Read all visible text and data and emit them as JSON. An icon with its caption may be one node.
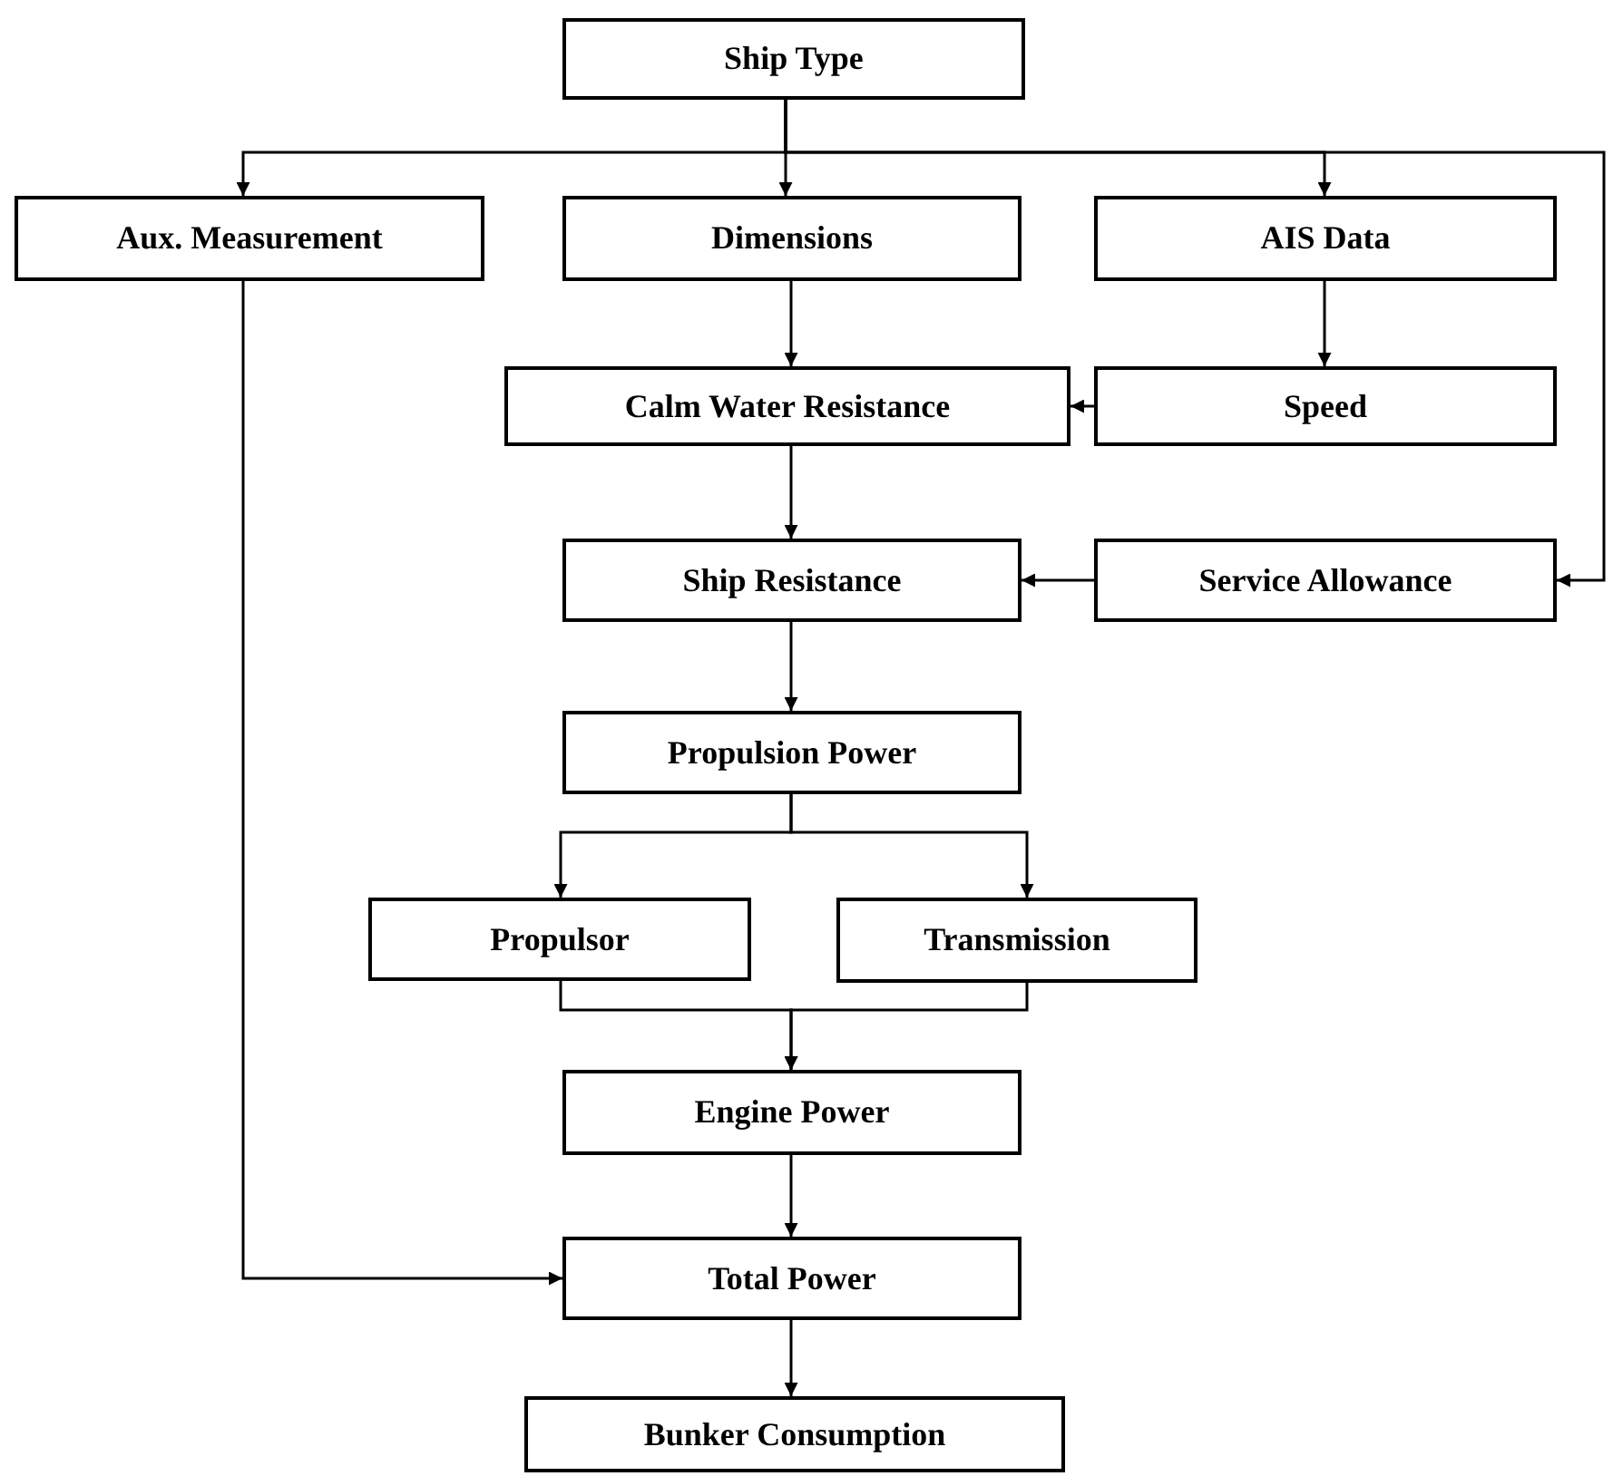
{
  "diagram": {
    "nodes": [
      {
        "text": [
          "Ship Type"
        ]
      },
      {
        "text": [
          "Aux. Measurement"
        ]
      },
      {
        "text": [
          "Dimensions"
        ]
      },
      {
        "text": [
          "AIS Data"
        ]
      },
      {
        "text": [
          "Calm Water Resistance"
        ]
      },
      {
        "text": [
          "Speed"
        ]
      },
      {
        "text": [
          "Ship Resistance"
        ]
      },
      {
        "text": [
          "Service Allowance"
        ]
      },
      {
        "text": [
          "Propulsion Power"
        ]
      },
      {
        "text": [
          "Propulsor"
        ]
      },
      {
        "text": [
          "Transmission"
        ]
      },
      {
        "text": [
          "Engine Power"
        ]
      },
      {
        "text": [
          "Total Power"
        ]
      },
      {
        "text": [
          "Bunker Consumption"
        ]
      }
    ],
    "edges": [
      {
        "from": 0,
        "to": 1,
        "arrow": "to"
      },
      {
        "from": 0,
        "to": 2,
        "arrow": "to"
      },
      {
        "from": 0,
        "to": 3,
        "arrow": "to"
      },
      {
        "from": 0,
        "to": 7,
        "arrow": "to"
      },
      {
        "from": 2,
        "to": 4,
        "arrow": "to"
      },
      {
        "from": 3,
        "to": 5,
        "arrow": "to"
      },
      {
        "from": 5,
        "to": 4,
        "arrow": "to"
      },
      {
        "from": 4,
        "to": 6,
        "arrow": "to"
      },
      {
        "from": 7,
        "to": 6,
        "arrow": "to"
      },
      {
        "from": 6,
        "to": 8,
        "arrow": "to"
      },
      {
        "from": 8,
        "to": 9,
        "arrow": "to"
      },
      {
        "from": 8,
        "to": 10,
        "arrow": "to"
      },
      {
        "from": 9,
        "to": 11,
        "arrow": "to"
      },
      {
        "from": 10,
        "to": 11,
        "arrow": "to"
      },
      {
        "from": 11,
        "to": 12,
        "arrow": "to"
      },
      {
        "from": 1,
        "to": 12,
        "arrow": "to"
      },
      {
        "from": 12,
        "to": 13,
        "arrow": "to"
      }
    ]
  }
}
